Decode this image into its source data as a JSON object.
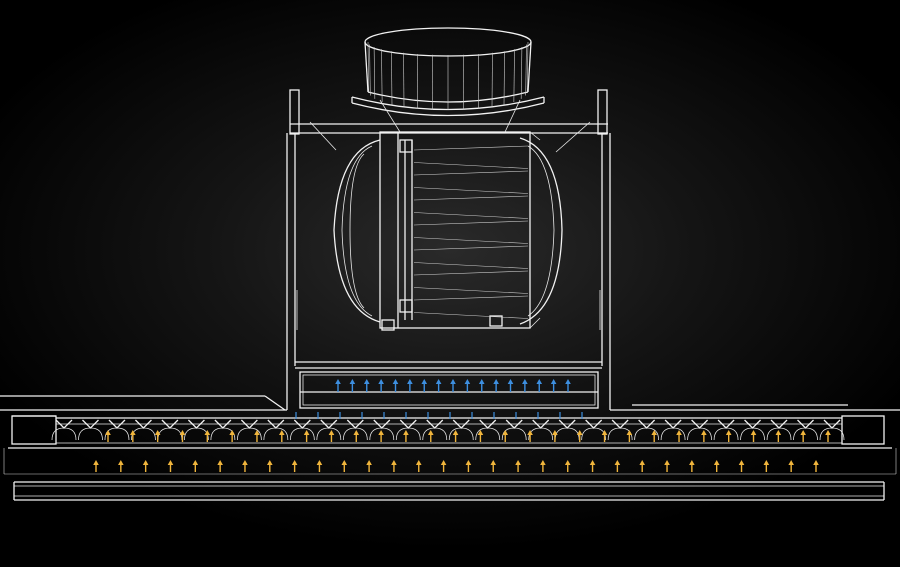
{
  "diagram": {
    "colors": {
      "background": "#000000",
      "line": "#f2f2f2",
      "exhaust_arrow": "#3d8fe0",
      "intake_arrow": "#f0b53c"
    },
    "exhaust_arrow_count": 17,
    "intake_arrow_count": 30,
    "vent_louver_count": 30
  }
}
